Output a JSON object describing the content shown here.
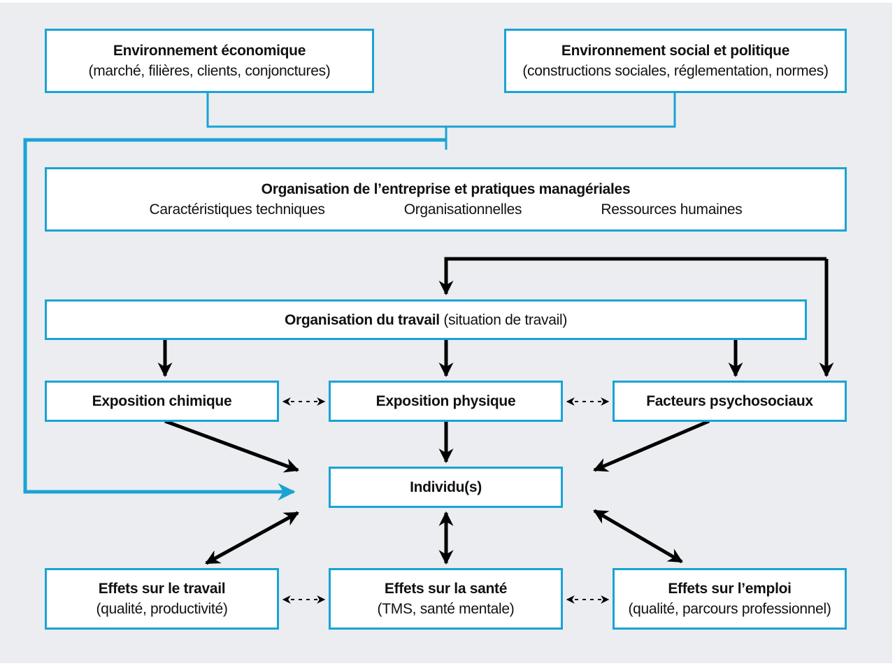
{
  "colors": {
    "accent": "#1aa3d4",
    "arrow": "#000000",
    "background": "#ebedf0",
    "box_fill": "#ffffff"
  },
  "boxes": {
    "env_eco": {
      "title": "Environnement économique",
      "subtitle": "(marché, filières, clients, conjonctures)"
    },
    "env_social": {
      "title": "Environnement social et politique",
      "subtitle": "(constructions sociales, réglementation, normes)"
    },
    "org_entreprise": {
      "title": "Organisation de l’entreprise et pratiques managériales",
      "columns": [
        "Caractéristiques techniques",
        "Organisationnelles",
        "Ressources humaines"
      ]
    },
    "org_travail": {
      "title": "Organisation du travail",
      "subtitle": "(situation de travail)"
    },
    "expo_chimique": {
      "title": "Exposition chimique"
    },
    "expo_physique": {
      "title": "Exposition physique"
    },
    "facteurs_psycho": {
      "title": "Facteurs psychosociaux"
    },
    "individus": {
      "title": "Individu(s)"
    },
    "effets_travail": {
      "title": "Effets sur le travail",
      "subtitle": "(qualité, productivité)"
    },
    "effets_sante": {
      "title": "Effets sur la santé",
      "subtitle": "(TMS, santé mentale)"
    },
    "effets_emploi": {
      "title": "Effets sur l’emploi",
      "subtitle": "(qualité, parcours professionnel)"
    }
  }
}
